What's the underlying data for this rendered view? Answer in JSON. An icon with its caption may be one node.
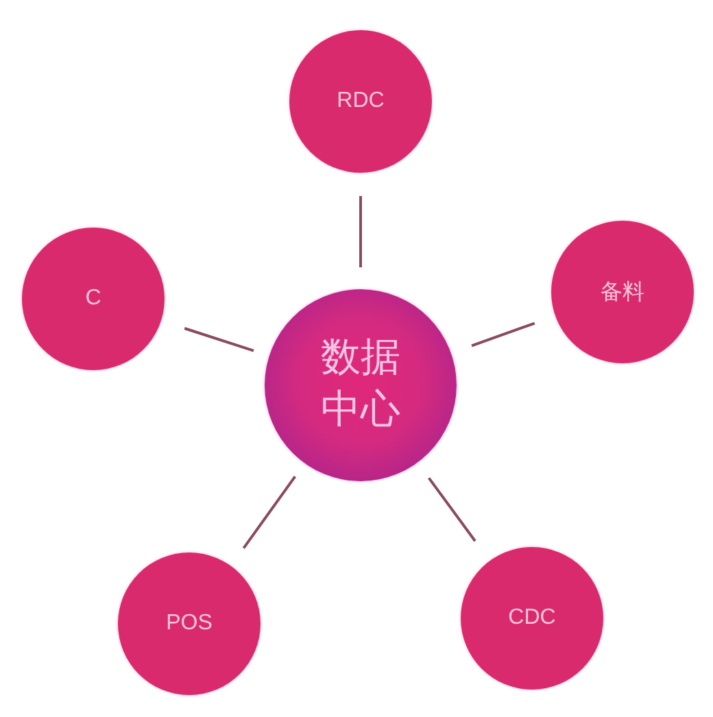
{
  "diagram": {
    "nodes": [
      {
        "text": [
          "RDC"
        ]
      },
      {
        "text": [
          "C"
        ]
      },
      {
        "text": [
          "数据中心"
        ]
      },
      {
        "text": [
          "备料"
        ]
      },
      {
        "text": [
          "POS"
        ]
      },
      {
        "text": [
          "CDC"
        ]
      }
    ],
    "edges": [
      {
        "from": 2,
        "to": 0,
        "arrow": "none"
      },
      {
        "from": 2,
        "to": 1,
        "arrow": "none"
      },
      {
        "from": 2,
        "to": 3,
        "arrow": "none"
      },
      {
        "from": 2,
        "to": 4,
        "arrow": "none"
      },
      {
        "from": 2,
        "to": 5,
        "arrow": "none"
      }
    ]
  }
}
